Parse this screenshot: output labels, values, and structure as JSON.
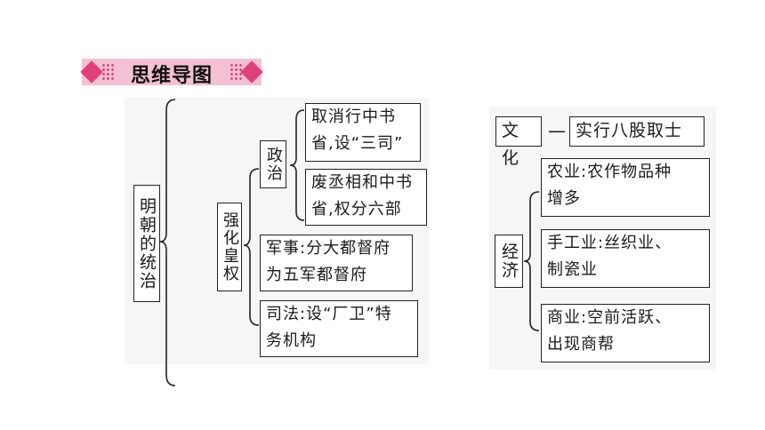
{
  "header": {
    "title": "思维导图"
  },
  "root": "明朝的统治",
  "power": {
    "label": "强化皇权",
    "politics": {
      "label": "政治",
      "items": [
        [
          "取消行中书",
          "省,设“三司”"
        ],
        [
          "废丞相和中书",
          "省,权分六部"
        ]
      ]
    },
    "military": [
      "军事:分大都督府",
      "为五军都督府"
    ],
    "justice": [
      "司法:设“厂卫”特",
      "务机构"
    ]
  },
  "culture": {
    "label": "文化",
    "dash": "—",
    "content": "实行八股取士"
  },
  "economy": {
    "label": "经济",
    "items": [
      [
        "农业:农作物品种",
        "增多"
      ],
      [
        "手工业:丝织业、",
        "制瓷业"
      ],
      [
        "商业:空前活跃、",
        "出现商帮"
      ]
    ]
  },
  "colors": {
    "accent": "#e0407a",
    "banner_bg": "#f3c1d3",
    "panel_bg": "#f6f6f6",
    "line": "#222222"
  }
}
